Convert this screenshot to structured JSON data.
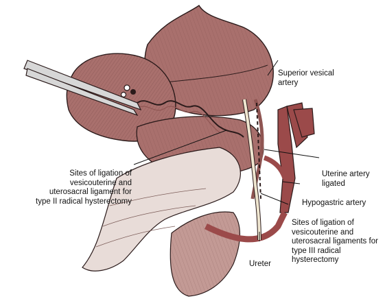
{
  "labels": {
    "superior_vesical": [
      "Superior vesical",
      "artery"
    ],
    "sites_type2": [
      "Sites of ligation of",
      "vesicouterine and",
      "uterosacral ligament for",
      "type II radical hysterectomy"
    ],
    "uterine_artery": [
      "Uterine artery",
      "ligated"
    ],
    "hypogastric": [
      "Hypogastric artery"
    ],
    "sites_type3": [
      "Sites of ligation of",
      "vesicouterine and",
      "uterosacral ligaments for",
      "type III radical",
      "hysterectomy"
    ],
    "ureter": [
      "Ureter"
    ]
  },
  "colors": {
    "tissue": "#a9706d",
    "tissue_dark": "#8f5552",
    "tissue_light": "#c39a95",
    "vessel": "#9b4a4a",
    "peritoneum": "#e8dcd8",
    "ureter": "#efe6d0",
    "instrument": "#d7d7d7",
    "outline": "#2a1a1a"
  }
}
